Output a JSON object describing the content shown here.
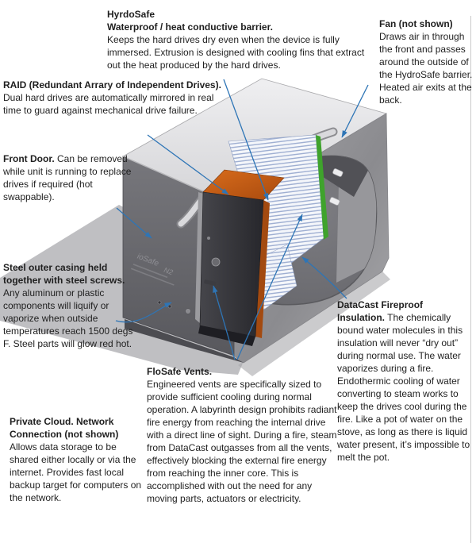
{
  "device": {
    "brand": "ioSafe",
    "model": "N2"
  },
  "colors": {
    "leader_line": "#2e75b6",
    "drive_orange": "#c55a11",
    "gasket_green": "#3fa32c",
    "casing_light": "#e8e8ea",
    "casing_mid": "#96969a",
    "casing_dark": "#5f5f63",
    "insulation": "#d2d2d5",
    "shadow": "#b4b4b7"
  },
  "annotations": {
    "hydrosafe": {
      "title": "HyrdoSafe",
      "subtitle": "Waterproof / heat conductive barrier.",
      "body": "Keeps the hard drives dry even when the device is fully immersed. Extrusion is designed with cooling fins that extract out the heat produced by the hard drives."
    },
    "fan": {
      "title": "Fan (not shown)",
      "body": "Draws air in through the front and passes around the outside of the HydroSafe barrier. Heated air exits at the back."
    },
    "raid": {
      "title": "RAID (Redundant Arrary of Independent Drives).",
      "body": "Dual hard drives are automatically mirrored in real time to guard against mechanical drive failure."
    },
    "front_door": {
      "title": "Front Door.",
      "body": "Can be removed while unit is running to replace drives if required (hot swappable)."
    },
    "steel": {
      "title": "Steel outer casing held together with steel screws.",
      "body": "Any aluminum or plastic components will liquify or vaporize when outside temperatures reach 1500 degs F. Steel parts will glow red hot."
    },
    "private_cloud": {
      "title": "Private Cloud. Network Connection (not shown)",
      "body": "Allows data storage to be shared either locally or via the internet. Provides fast local backup target for computers on the network."
    },
    "flosafe": {
      "title": "FloSafe Vents.",
      "body": "Engineered vents are specifically sized to provide sufficient cooling during normal operation. A labyrinth design prohibits radiant fire energy from reaching the internal drive with a direct line of sight. During a fire, steam from DataCast outgasses from all the vents, effectively blocking the external fire energy from reaching the inner core. This is accomplished with out the need for any moving parts, actuators or electricity."
    },
    "datacast": {
      "title": "DataCast Fireproof Insulation.",
      "body": "The chemically bound water molecules in this insulation will never “dry out” during normal use. The water vaporizes during a fire. Endothermic cooling of water converting to steam works to keep the drives cool during the fire. Like a pot of water on the stove, as long as there is liquid water present, it’s impossible to melt the pot."
    }
  }
}
